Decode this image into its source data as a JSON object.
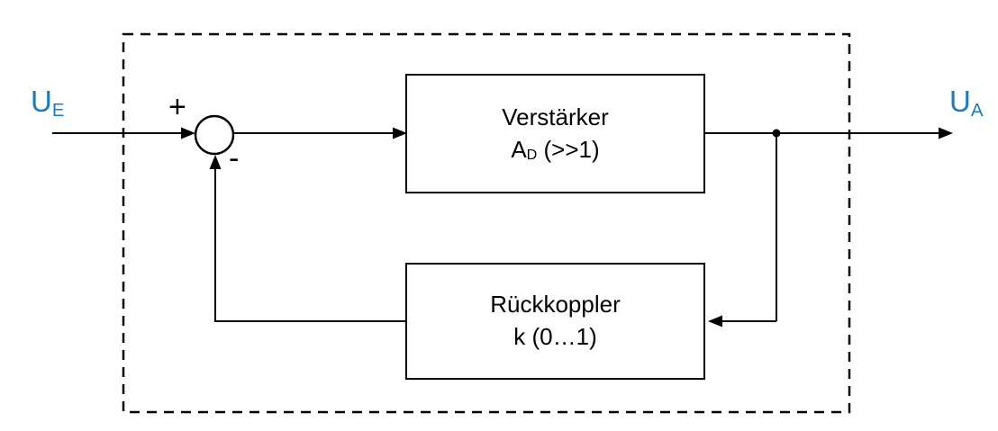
{
  "diagram": {
    "title": "feedback-amplifier-block-diagram",
    "input_label": {
      "base": "U",
      "sub": "E"
    },
    "output_label": {
      "base": "U",
      "sub": "A"
    },
    "summing_junction": {
      "plus": "+",
      "minus": "-"
    },
    "amplifier_block": {
      "line1": "Verstärker",
      "line2_base": "A",
      "line2_sub": "D",
      "line2_rest": " (>>1)"
    },
    "feedback_block": {
      "line1": "Rückkoppler",
      "line2": "k (0…1)"
    },
    "colors": {
      "label_blue": "#1b7ac1",
      "line_black": "#000000",
      "background": "#ffffff"
    }
  }
}
